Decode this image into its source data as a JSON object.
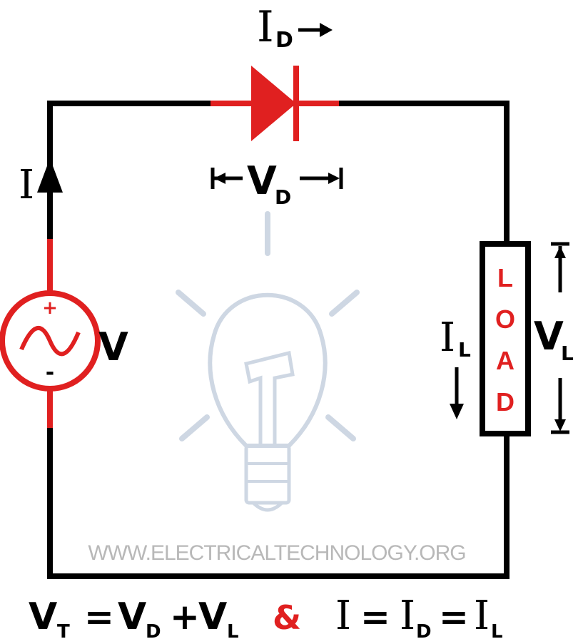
{
  "colors": {
    "wire": "#000000",
    "accent": "#e02020",
    "watermark": "#c9d3e0"
  },
  "labels": {
    "diode_current": "I",
    "diode_current_sub": "D",
    "diode_voltage": "V",
    "diode_voltage_sub": "D",
    "source_current": "I",
    "source_voltage": "V",
    "plus_sign": "+",
    "minus_sign": "-",
    "load_current": "I",
    "load_current_sub": "L",
    "load_voltage": "V",
    "load_voltage_sub": "L",
    "load_letters": [
      "L",
      "O",
      "A",
      "D"
    ]
  },
  "watermark": {
    "text": "WWW.ELECTRICALTECHNOLOGY.ORG",
    "icon": "light-bulb-icon"
  },
  "equation": {
    "lhs": "V",
    "lhs_sub": "T",
    "eq1": "=",
    "t1": "V",
    "t1_sub": "D",
    "plus": "+",
    "t2": "V",
    "t2_sub": "L",
    "amp": "&",
    "r0": "I",
    "eq2": "=",
    "r1": "I",
    "r1_sub": "D",
    "eq3": "=",
    "r2": "I",
    "r2_sub": "L"
  }
}
